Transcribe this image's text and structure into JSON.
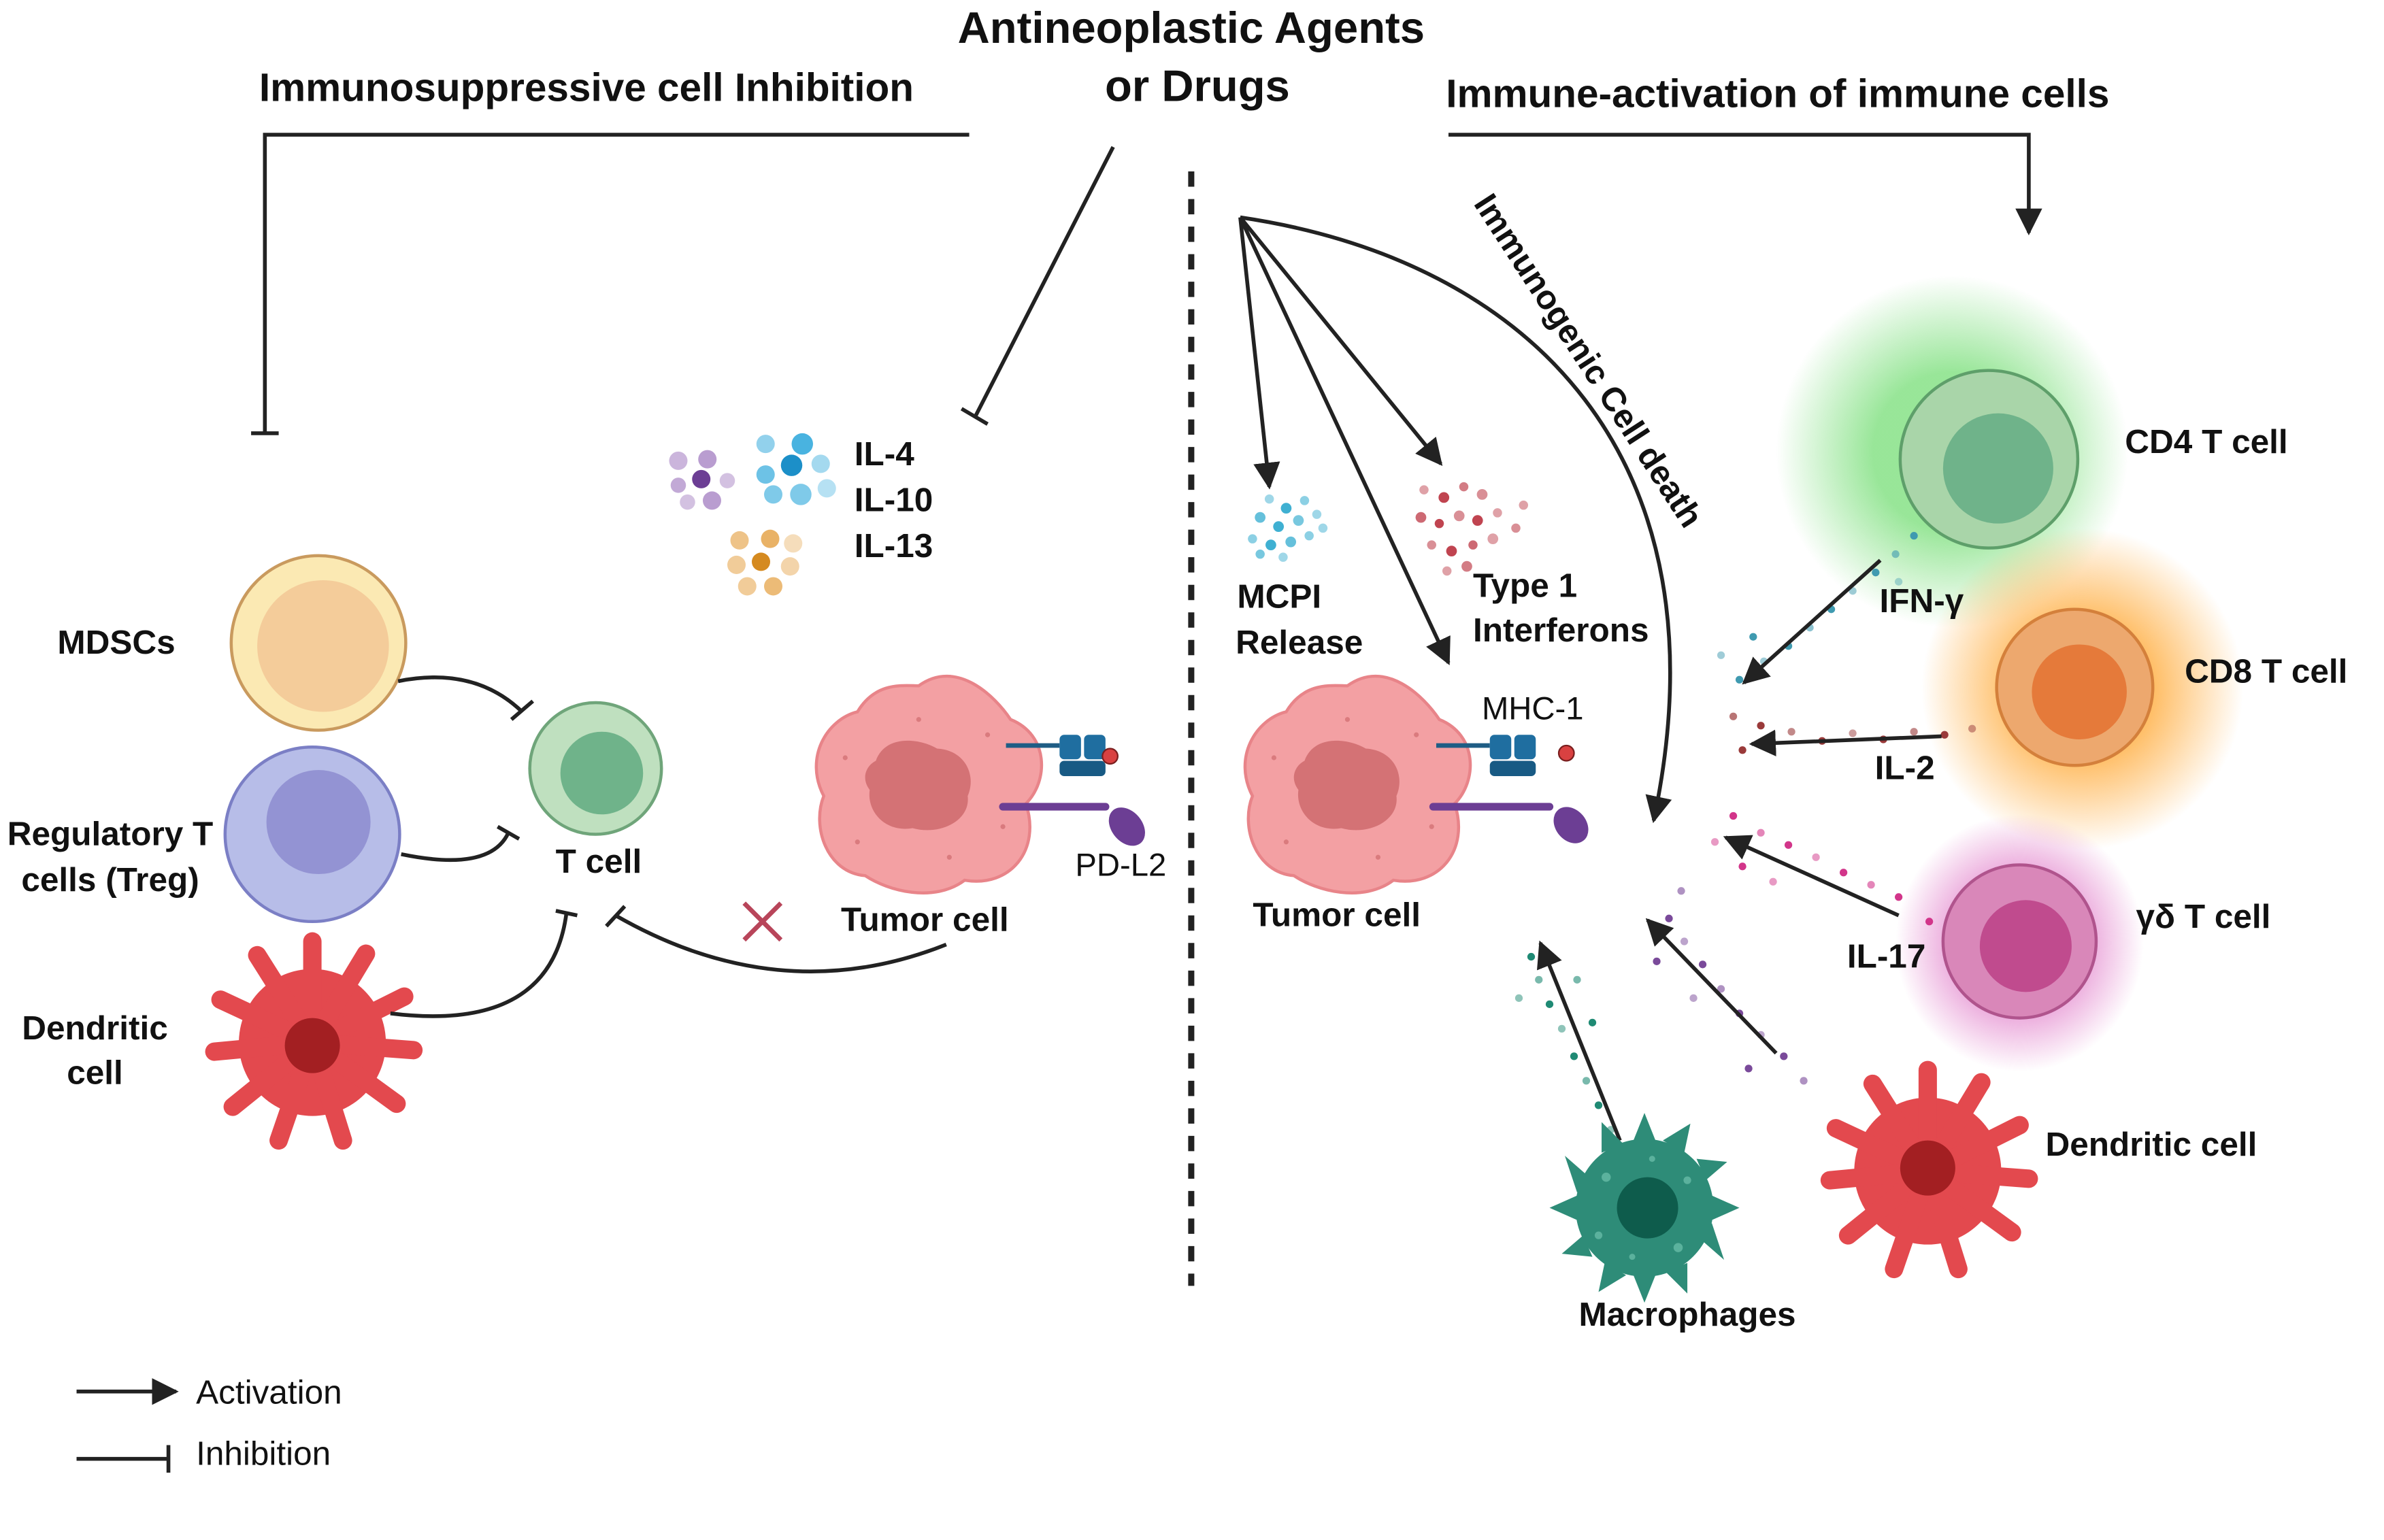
{
  "title": {
    "line1": "Antineoplastic Agents",
    "line2": "or Drugs"
  },
  "left_heading": "Immunosuppressive cell Inhibition",
  "right_heading": "Immune-activation of immune cells",
  "left": {
    "mdsc": "MDSCs",
    "treg_line1": "Regulatory T",
    "treg_line2": "cells (Treg)",
    "dendritic_line1": "Dendritic",
    "dendritic_line2": "cell",
    "tcell": "T cell",
    "tumor": "Tumor cell",
    "pdl2": "PD-L2",
    "cytokines": [
      "IL-4",
      "IL-10",
      "IL-13"
    ]
  },
  "right": {
    "icd": "Immunogenic Cell death",
    "mcpi_line1": "MCPI",
    "mcpi_line2": "Release",
    "ifn_line1": "Type 1",
    "ifn_line2": "Interferons",
    "mhc": "MHC-1",
    "tumor": "Tumor cell",
    "cd4": "CD4 T cell",
    "cd8": "CD8 T cell",
    "gd": "γδ T cell",
    "ifng": "IFN-γ",
    "il2": "IL-2",
    "il17": "IL-17",
    "dendritic": "Dendritic cell",
    "macrophages": "Macrophages"
  },
  "legend": {
    "activation": "Activation",
    "inhibition": "Inhibition"
  },
  "colors": {
    "mdsc_outer": "#fbe9b3",
    "mdsc_inner": "#f4cc9a",
    "treg_outer": "#b7bde8",
    "treg_inner": "#9393d3",
    "tcell_outer": "#bfe0bf",
    "tcell_inner": "#6fb38a",
    "tumor": "#f3a0a3",
    "tumor_nucleus": "#d47275",
    "dendritic": "#e3494e",
    "dendritic_nucleus": "#a31f22",
    "cd4_inner": "#6fb38a",
    "cd8_inner": "#e57a3a",
    "gd_inner": "#c04b8e",
    "macrophage": "#2e8c78",
    "macrophage_nucleus": "#0e5c4c"
  }
}
